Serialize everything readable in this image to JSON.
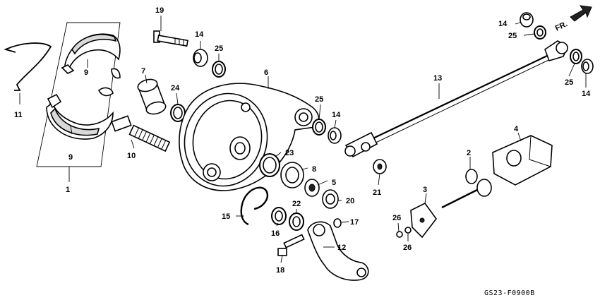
{
  "diagram": {
    "code": "GS23-F0900B",
    "direction_label": "FR.",
    "callouts": [
      {
        "id": "c1",
        "text": "1"
      },
      {
        "id": "c2",
        "text": "2"
      },
      {
        "id": "c3",
        "text": "3"
      },
      {
        "id": "c4",
        "text": "4"
      },
      {
        "id": "c5",
        "text": "5"
      },
      {
        "id": "c6",
        "text": "6"
      },
      {
        "id": "c7",
        "text": "7"
      },
      {
        "id": "c8",
        "text": "8"
      },
      {
        "id": "c9a",
        "text": "9"
      },
      {
        "id": "c9b",
        "text": "9"
      },
      {
        "id": "c10",
        "text": "10"
      },
      {
        "id": "c11",
        "text": "11"
      },
      {
        "id": "c12",
        "text": "12"
      },
      {
        "id": "c13",
        "text": "13"
      },
      {
        "id": "c14a",
        "text": "14"
      },
      {
        "id": "c14b",
        "text": "14"
      },
      {
        "id": "c14c",
        "text": "14"
      },
      {
        "id": "c14d",
        "text": "14"
      },
      {
        "id": "c15",
        "text": "15"
      },
      {
        "id": "c16",
        "text": "16"
      },
      {
        "id": "c17",
        "text": "17"
      },
      {
        "id": "c18",
        "text": "18"
      },
      {
        "id": "c19",
        "text": "19"
      },
      {
        "id": "c20",
        "text": "20"
      },
      {
        "id": "c21",
        "text": "21"
      },
      {
        "id": "c22",
        "text": "22"
      },
      {
        "id": "c23",
        "text": "23"
      },
      {
        "id": "c24",
        "text": "24"
      },
      {
        "id": "c25a",
        "text": "25"
      },
      {
        "id": "c25b",
        "text": "25"
      },
      {
        "id": "c25c",
        "text": "25"
      },
      {
        "id": "c25d",
        "text": "25"
      },
      {
        "id": "c26a",
        "text": "26"
      },
      {
        "id": "c26b",
        "text": "26"
      }
    ]
  }
}
